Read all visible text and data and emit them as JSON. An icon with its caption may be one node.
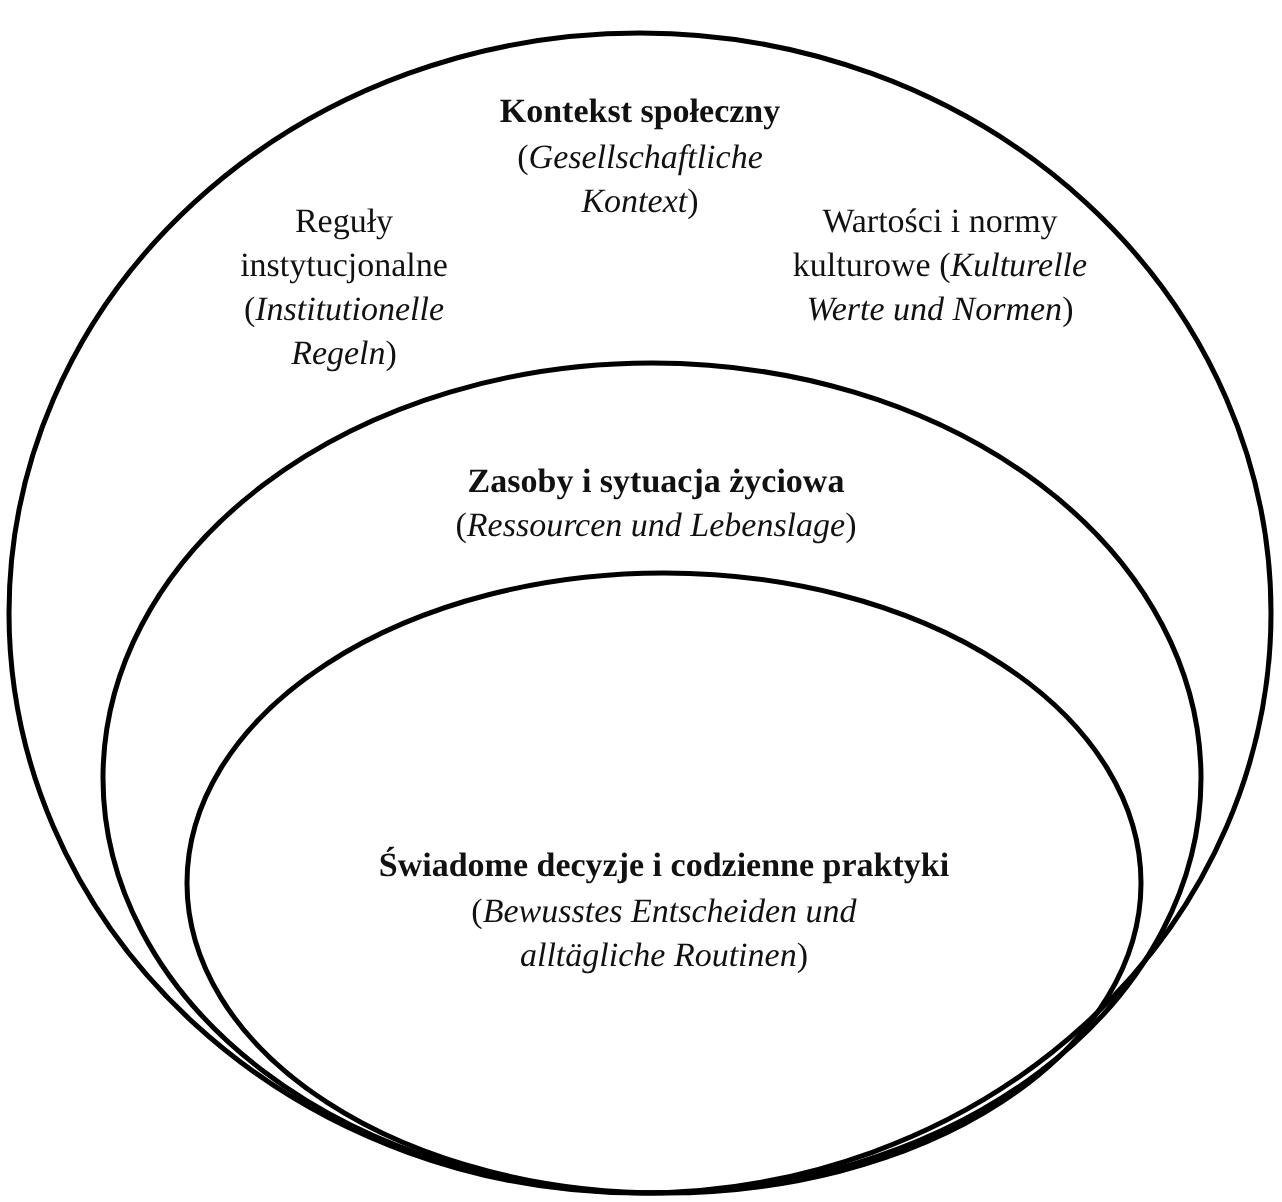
{
  "diagram": {
    "nodes": [
      {
        "text": [
          "Kontekst społeczny",
          "(*Gesellschaftliche Kontext*)",
          "Reguły instytucjonalne (*Institutionelle Regeln*)",
          "Wartości i normy kulturowe (*Kulturelle Werte und Normen*)"
        ]
      },
      {
        "text": [
          "Zasoby i sytuacja życiowa",
          "(*Ressourcen und Lebenslage*)"
        ],
        "in": 0
      },
      {
        "text": [
          "Świadome decyzje i codzienne praktyki",
          "(*Bewusstes Entscheiden und alltägliche Routinen*)"
        ],
        "in": 1
      }
    ]
  }
}
